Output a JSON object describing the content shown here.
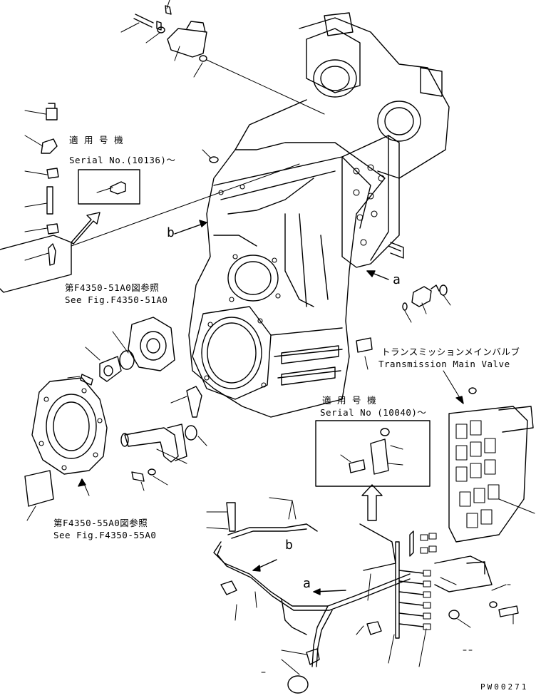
{
  "applicable_serial_1": {
    "heading": "適 用 号 機",
    "serial": "Serial No.(10136)～"
  },
  "applicable_serial_2": {
    "heading": "適 用 号 機",
    "serial": "Serial No (10040)～"
  },
  "ref_51a0": {
    "jp": "第F4350-51A0図参照",
    "en": "See Fig.F4350-51A0"
  },
  "ref_55a0": {
    "jp": "第F4350-55A0図参照",
    "en": "See Fig.F4350-55A0"
  },
  "main_valve": {
    "jp": "トランスミッションメインバルブ",
    "en": "Transmission Main Valve"
  },
  "callouts": {
    "a_upper": "a",
    "b_upper": "b",
    "a_lower": "a",
    "b_lower": "b"
  },
  "drawing_id": "PW00271"
}
